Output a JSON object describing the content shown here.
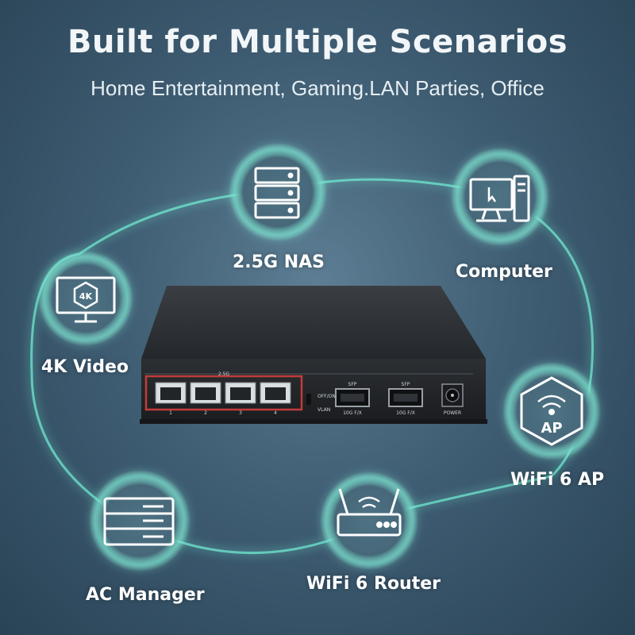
{
  "header": {
    "title": "Built for Multiple Scenarios",
    "subtitle": "Home Entertainment, Gaming.LAN Parties, Office"
  },
  "nodes": [
    {
      "key": "nas",
      "label": "2.5G NAS",
      "icon": "server-rack-icon"
    },
    {
      "key": "computer",
      "label": "Computer",
      "icon": "desktop-computer-icon"
    },
    {
      "key": "video",
      "label": "4K Video",
      "icon": "4k-monitor-icon"
    },
    {
      "key": "ap",
      "label": "WiFi 6 AP",
      "icon": "access-point-icon"
    },
    {
      "key": "ac",
      "label": "AC Manager",
      "icon": "ac-controller-icon"
    },
    {
      "key": "router",
      "label": "WiFi 6 Router",
      "icon": "wifi-router-icon"
    }
  ],
  "icon_texts": {
    "video": "4K",
    "ap": "AP"
  },
  "device": {
    "port_group_label": "2.5G",
    "port_numbers": [
      "1",
      "2",
      "3",
      "4"
    ],
    "switch_labels": [
      "OFF/ON",
      "VLAN"
    ],
    "sfp_top_labels": [
      "SFP",
      "SFP"
    ],
    "sfp_bottom_labels": [
      "10G F/X",
      "10G F/X"
    ],
    "power_label": "POWER"
  },
  "colors": {
    "glow": "#7ff0d8",
    "ring_line": "#6fe6cf",
    "device_body": "#2a2d31",
    "port_border": "#c23b3b"
  }
}
